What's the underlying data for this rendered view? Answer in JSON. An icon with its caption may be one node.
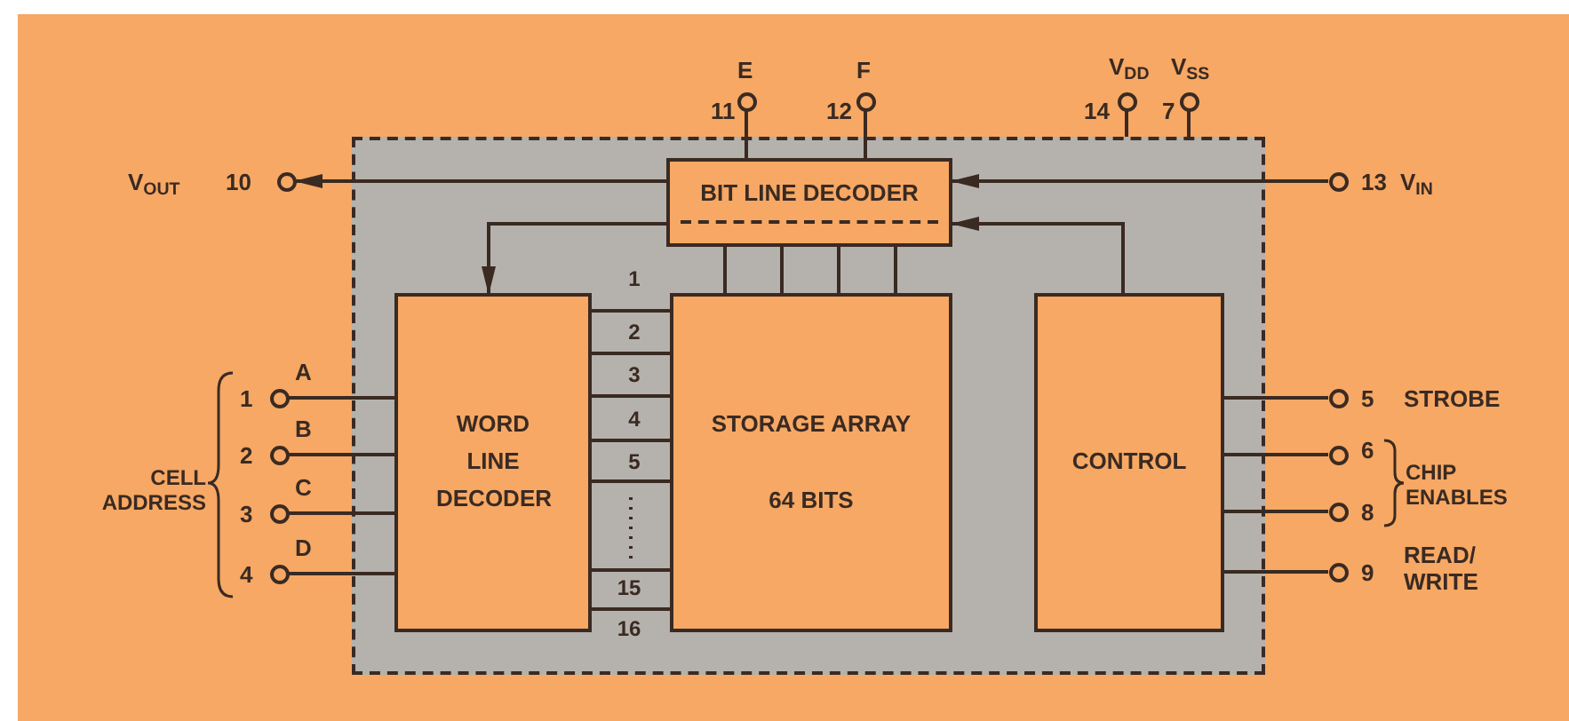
{
  "diagram": {
    "nodes": [
      {
        "text": [],
        "shape": "box"
      },
      {
        "text": [
          "BIT LINE DECODER"
        ],
        "in": 0
      },
      {
        "text": [
          "WORD LINE DECODER"
        ],
        "in": 0
      },
      {
        "text": [
          "STORAGE ARRAY",
          "64 BITS"
        ],
        "in": 0
      },
      {
        "text": [
          "CONTROL"
        ],
        "in": 0
      },
      {
        "text": [],
        "shape": "circle",
        "beside": [
          "E",
          "11"
        ]
      },
      {
        "text": [],
        "shape": "circle",
        "beside": [
          "F",
          "12"
        ]
      },
      {
        "text": [],
        "shape": "circle",
        "beside": [
          "V$_{DD}$",
          "14"
        ]
      },
      {
        "text": [],
        "shape": "circle",
        "beside": [
          "V$_{SS}$",
          "7"
        ]
      },
      {
        "text": [],
        "shape": "circle",
        "beside": [
          "V$_{OUT}$",
          "10"
        ]
      },
      {
        "text": [],
        "shape": "circle",
        "beside": [
          "13",
          "V$_{IN}$"
        ]
      },
      {
        "text": [],
        "shape": "circle",
        "beside": [
          "1",
          "A"
        ]
      },
      {
        "text": [],
        "shape": "circle",
        "beside": [
          "2",
          "B"
        ]
      },
      {
        "text": [],
        "shape": "circle",
        "beside": [
          "3",
          "C"
        ]
      },
      {
        "text": [],
        "shape": "circle",
        "beside": [
          "4",
          "D"
        ]
      },
      {
        "text": [],
        "shape": "circle",
        "beside": [
          "5",
          "STROBE"
        ]
      },
      {
        "text": [],
        "shape": "circle",
        "beside": [
          "6"
        ]
      },
      {
        "text": [],
        "shape": "circle",
        "beside": [
          "8"
        ]
      },
      {
        "text": [],
        "shape": "circle",
        "beside": [
          "9",
          "READ/ WRITE"
        ]
      }
    ],
    "edges": [
      {
        "from": 1,
        "to": 9,
        "arrow": "to"
      },
      {
        "from": 10,
        "to": 1,
        "arrow": "to"
      },
      {
        "from": 5,
        "to": 1,
        "arrow": "none"
      },
      {
        "from": 6,
        "to": 1,
        "arrow": "none"
      },
      {
        "from": 7,
        "to": 0,
        "arrow": "none"
      },
      {
        "from": 8,
        "to": 0,
        "arrow": "none"
      },
      {
        "from": 1,
        "to": 2,
        "arrow": "to"
      },
      {
        "from": 4,
        "to": 1,
        "arrow": "to"
      },
      {
        "from": 1,
        "to": 3,
        "arrow": "none"
      },
      {
        "from": 1,
        "to": 3,
        "arrow": "none"
      },
      {
        "from": 1,
        "to": 3,
        "arrow": "none"
      },
      {
        "from": 1,
        "to": 3,
        "arrow": "none"
      },
      {
        "from": 11,
        "to": 2,
        "arrow": "none"
      },
      {
        "from": 12,
        "to": 2,
        "arrow": "none"
      },
      {
        "from": 13,
        "to": 2,
        "arrow": "none"
      },
      {
        "from": 14,
        "to": 2,
        "arrow": "none"
      },
      {
        "from": 4,
        "to": 15,
        "arrow": "none"
      },
      {
        "from": 4,
        "to": 16,
        "arrow": "none"
      },
      {
        "from": 4,
        "to": 17,
        "arrow": "none"
      },
      {
        "from": 4,
        "to": 18,
        "arrow": "none"
      },
      {
        "from": 2,
        "to": 3,
        "arrow": "none"
      },
      {
        "from": 2,
        "to": 3,
        "arrow": "none"
      },
      {
        "from": 2,
        "to": 3,
        "arrow": "none"
      },
      {
        "from": 2,
        "to": 3,
        "arrow": "none"
      },
      {
        "from": 2,
        "to": 3,
        "arrow": "none"
      },
      {
        "from": 2,
        "to": 3,
        "arrow": "none"
      },
      {
        "from": 2,
        "to": 3,
        "arrow": "none"
      }
    ],
    "labels": [
      "1",
      "2",
      "3",
      "4",
      "5",
      "15",
      "16",
      "CELL ADDRESS",
      "CHIP ENABLES"
    ]
  }
}
